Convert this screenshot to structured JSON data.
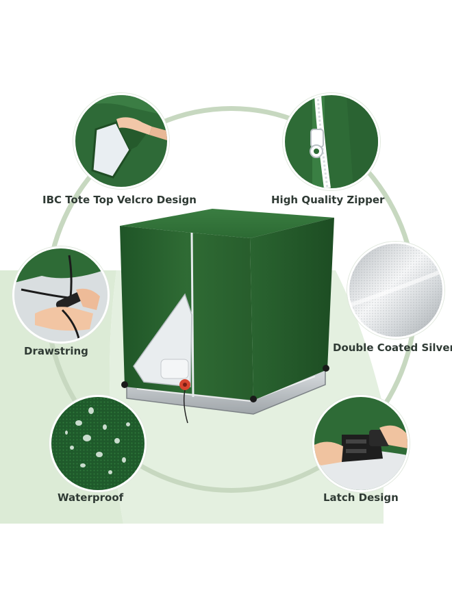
{
  "features": {
    "velcro": {
      "label": "IBC Tote Top Velcro Design"
    },
    "zipper": {
      "label": "High Quality Zipper"
    },
    "drawstring": {
      "label": "Drawstring"
    },
    "silver": {
      "label": "Double Coated Silver"
    },
    "waterproof": {
      "label": "Waterproof"
    },
    "latch": {
      "label": "Latch Design"
    }
  },
  "colors": {
    "cover_green": "#2f6b34",
    "cover_dark": "#1f4d24",
    "ring": "#c7d8c0",
    "background_band": "#dfeedd",
    "label_text": "#2f3a34"
  }
}
